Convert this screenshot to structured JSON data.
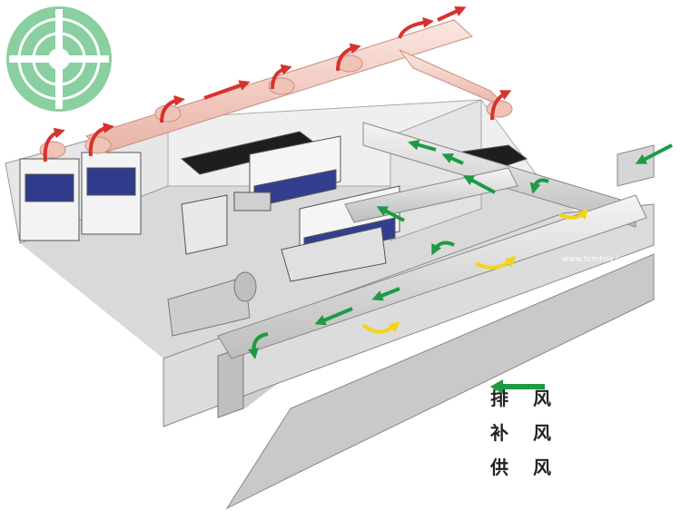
{
  "legend": [
    {
      "label": "排 风",
      "color": "#d7322c"
    },
    {
      "label": "补 风",
      "color": "#f2d51b"
    },
    {
      "label": "供 风",
      "color": "#1e9a44"
    }
  ],
  "watermark": {
    "url": "www.tcmhsy.com",
    "color": "#2aa854"
  },
  "colors": {
    "exhaust": "#d7322c",
    "makeup": "#f2d51b",
    "supply": "#1e9a44"
  }
}
